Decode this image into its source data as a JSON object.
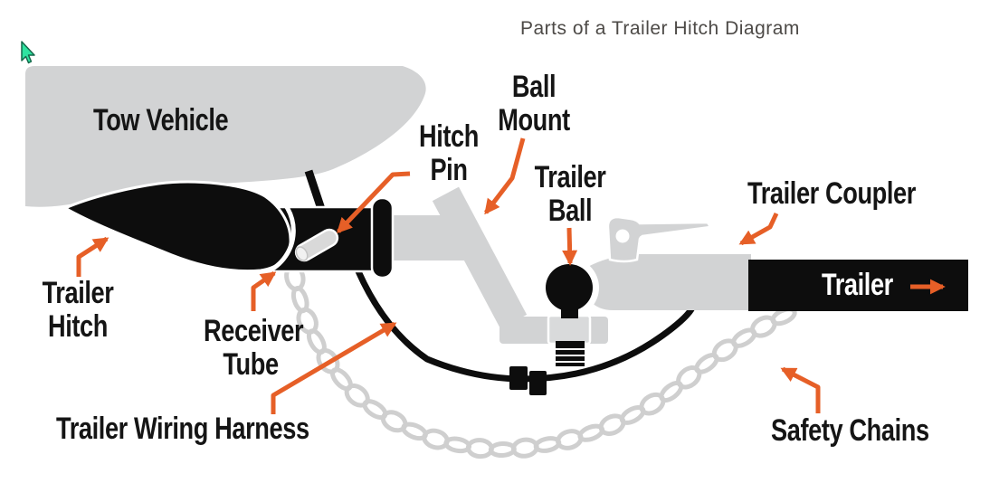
{
  "title": "Parts of a Trailer Hitch Diagram",
  "labels": {
    "tow_vehicle": "Tow Vehicle",
    "hitch_pin": "Hitch Pin",
    "ball_mount": "Ball Mount",
    "trailer_ball": "Trailer Ball",
    "trailer_coupler": "Trailer Coupler",
    "trailer_hitch": "Trailer Hitch",
    "receiver_tube": "Receiver Tube",
    "trailer_wiring_harness": "Trailer Wiring Harness",
    "safety_chains": "Safety Chains",
    "trailer": "Trailer"
  },
  "icons": {
    "cursor": "mouse-cursor-icon",
    "pointer_arrows": "orange-pointer-arrow"
  },
  "colors": {
    "accent_orange": "#e65f27",
    "shape_gray": "#d2d3d4",
    "ink_black": "#0d0d0d",
    "chain_gray": "#cfcfcf",
    "title_gray": "#4d4a47",
    "label_black": "#151515",
    "cursor_green": "#2fe3a0",
    "background": "#ffffff"
  }
}
